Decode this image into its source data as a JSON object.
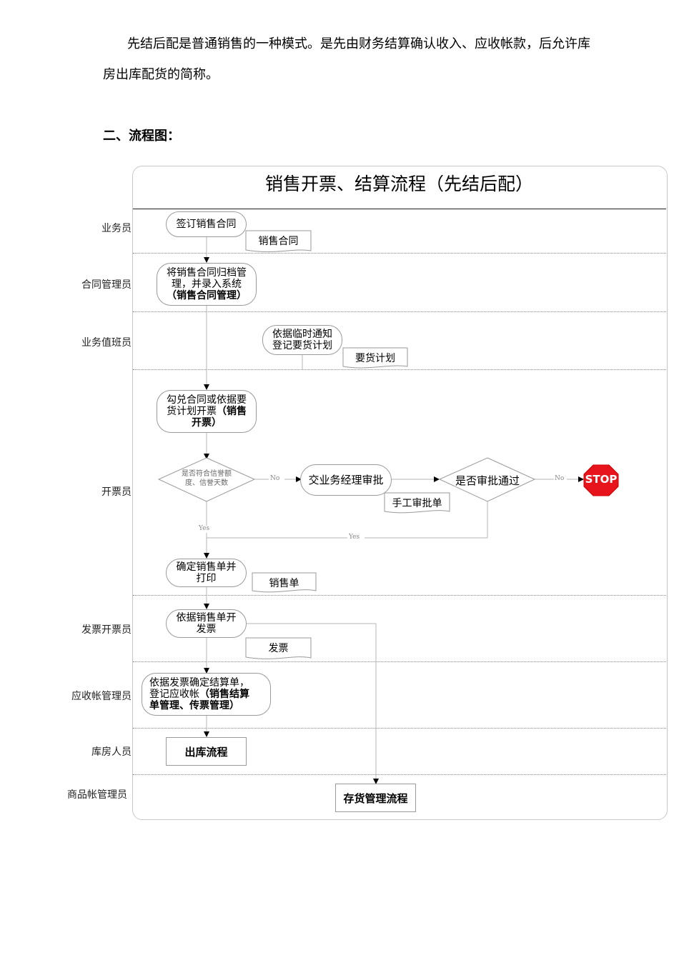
{
  "document": {
    "paragraph_line1": "先结后配是普通销售的一种模式。是先由财务结算确认收入、应收帐款，后允许库",
    "paragraph_line2": "房出库配货的简称。",
    "section_heading": "二、流程图："
  },
  "diagram": {
    "title": "销售开票、结算流程（先结后配）",
    "lanes": [
      {
        "label": "业务员"
      },
      {
        "label": "合同管理员"
      },
      {
        "label": "业务值班员"
      },
      {
        "label": "开票员"
      },
      {
        "label": "发票开票员"
      },
      {
        "label": "应收帐管理员"
      },
      {
        "label": "库房人员"
      },
      {
        "label": "商品帐管理员"
      }
    ],
    "nodes": {
      "sign_contract": "签订销售合同",
      "archive_line1": "将销售合同归档管",
      "archive_line2": "理，并录入系统",
      "archive_bold": "（销售合同管理）",
      "temp_notice_line1": "依据临时通知",
      "temp_notice_line2": "登记要货计划",
      "invoice_line1": "勾兑合同或依据要",
      "invoice_line2": "货计划开票",
      "invoice_bold1": "（销售",
      "invoice_bold2": "开票）",
      "credit_check_line1": "是否符合信誉额",
      "credit_check_line2": "度、信誉天数",
      "manager_approval": "交业务经理审批",
      "approved_check": "是否审批通过",
      "confirm_print_line1": "确定销售单并",
      "confirm_print_line2": "打印",
      "issue_invoice_line1": "依据销售单开",
      "issue_invoice_line2": "发票",
      "settle_line1": "依据发票确定结算单，",
      "settle_line2": "登记应收帐",
      "settle_bold1": "（销售结算",
      "settle_bold2": "单管理、传票管理）",
      "outbound_process": "出库流程",
      "inventory_process": "存货管理流程",
      "stop": "STOP"
    },
    "documents": {
      "sales_contract": "销售合同",
      "purchase_plan": "要货计划",
      "manual_approval": "手工审批单",
      "sales_order": "销售单",
      "invoice": "发票"
    },
    "edge_labels": {
      "no1": "No",
      "no2": "No",
      "yes1": "Yes",
      "yes2": "Yes"
    },
    "colors": {
      "stop_red": "#e8141c",
      "line_gray": "#b4b4b4",
      "node_border": "#9a9a9a"
    }
  }
}
